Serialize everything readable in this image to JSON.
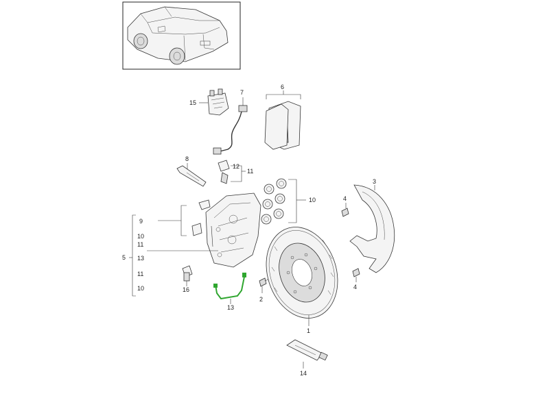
{
  "colors": {
    "highlight": "#2fa62f",
    "line": "#333333"
  },
  "callouts": {
    "c1": "1",
    "c2": "2",
    "c3": "3",
    "c4a": "4",
    "c4b": "4",
    "c5": "5",
    "c6": "6",
    "c7": "7",
    "c8": "8",
    "c9": "9",
    "c10a": "10",
    "c10b": "10",
    "c10c": "10",
    "c11a": "11",
    "c11b": "11",
    "c11c": "11",
    "c12": "12",
    "c13a": "13",
    "c13b": "13",
    "c14": "14",
    "c15": "15",
    "c16": "16"
  },
  "highlighted_part": "13"
}
